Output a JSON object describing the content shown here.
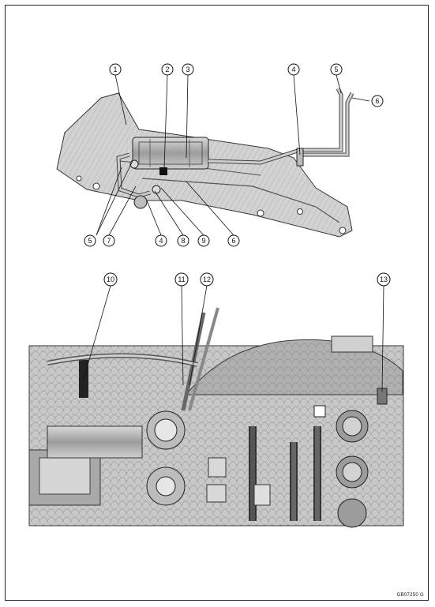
{
  "figure_code": "GB07250  G",
  "top_diagram": {
    "callouts": [
      "1",
      "2",
      "3",
      "4",
      "5",
      "6",
      "5",
      "7",
      "4",
      "8",
      "9",
      "6"
    ]
  },
  "bottom_diagram": {
    "callouts": [
      "10",
      "11",
      "12",
      "13"
    ]
  }
}
